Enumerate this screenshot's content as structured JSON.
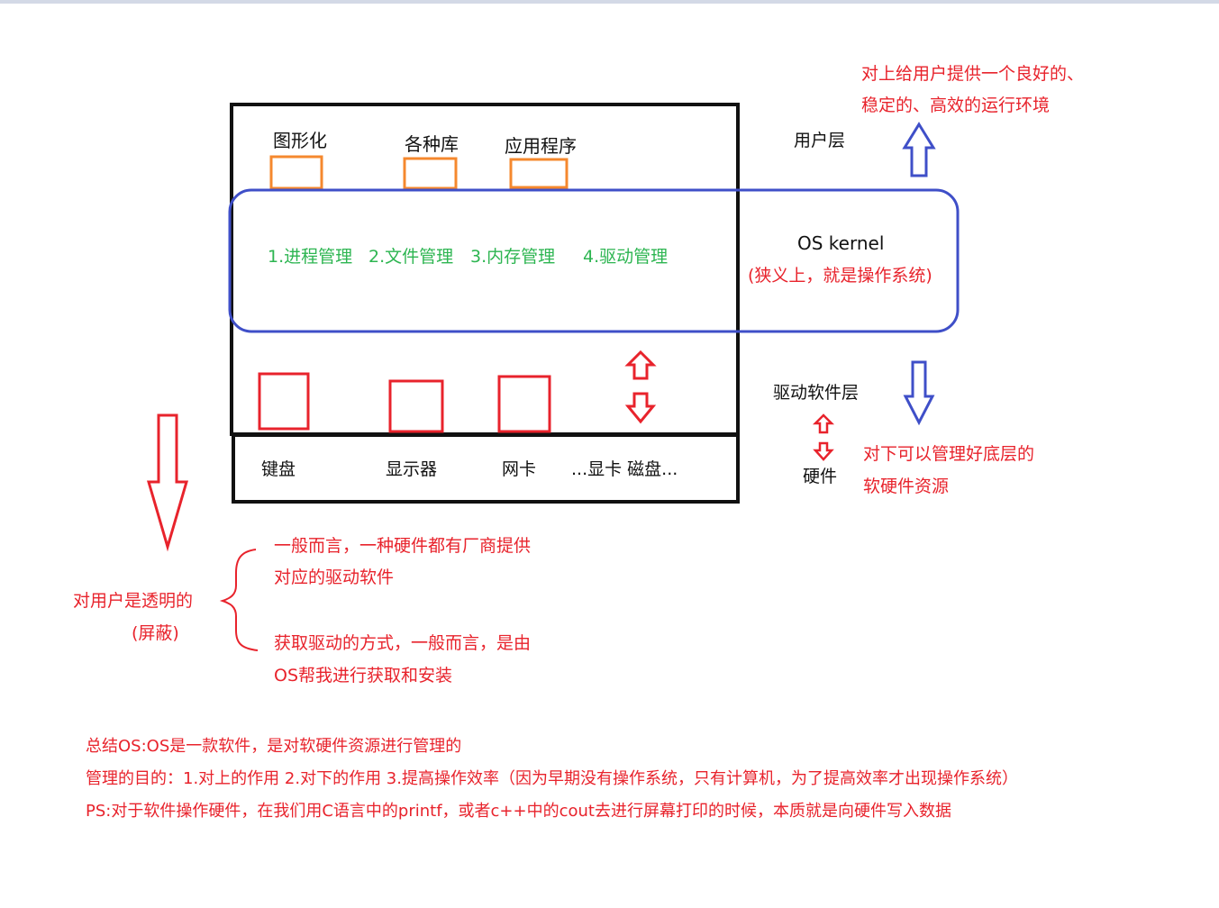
{
  "user_layer": {
    "items": [
      "图形化",
      "各种库",
      "应用程序"
    ],
    "label": "用户层"
  },
  "kernel": {
    "modules": [
      "1.进程管理",
      "2.文件管理",
      "3.内存管理",
      "4.驱动管理"
    ],
    "label": "OS kernel",
    "note": "(狭义上，就是操作系统)"
  },
  "driver_layer": {
    "label": "驱动软件层"
  },
  "hardware": {
    "items": [
      "键盘",
      "显示器",
      "网卡",
      "...显卡 磁盘..."
    ],
    "label": "硬件"
  },
  "upward_note": [
    "对上给用户提供一个良好的、",
    "稳定的、高效的运行环境"
  ],
  "downward_note": [
    "对下可以管理好底层的",
    "软硬件资源"
  ],
  "transparent_note": [
    "对用户是透明的",
    "(屏蔽)"
  ],
  "driver_notes": [
    "一般而言，一种硬件都有厂商提供",
    "对应的驱动软件",
    "获取驱动的方式，一般而言，是由",
    "OS帮我进行获取和安装"
  ],
  "summary": [
    "总结OS:OS是一款软件，是对软硬件资源进行管理的",
    "管理的目的：1.对上的作用 2.对下的作用 3.提高操作效率（因为早期没有操作系统，只有计算机，为了提高效率才出现操作系统）",
    "PS:对于软件操作硬件，在我们用C语言中的printf，或者c++中的cout去进行屏幕打印的时候，本质就是向硬件写入数据"
  ],
  "colors": {
    "black": "#111111",
    "red": "#e8232c",
    "green": "#2db551",
    "blue": "#3f4fc8",
    "orange": "#f5882e"
  }
}
